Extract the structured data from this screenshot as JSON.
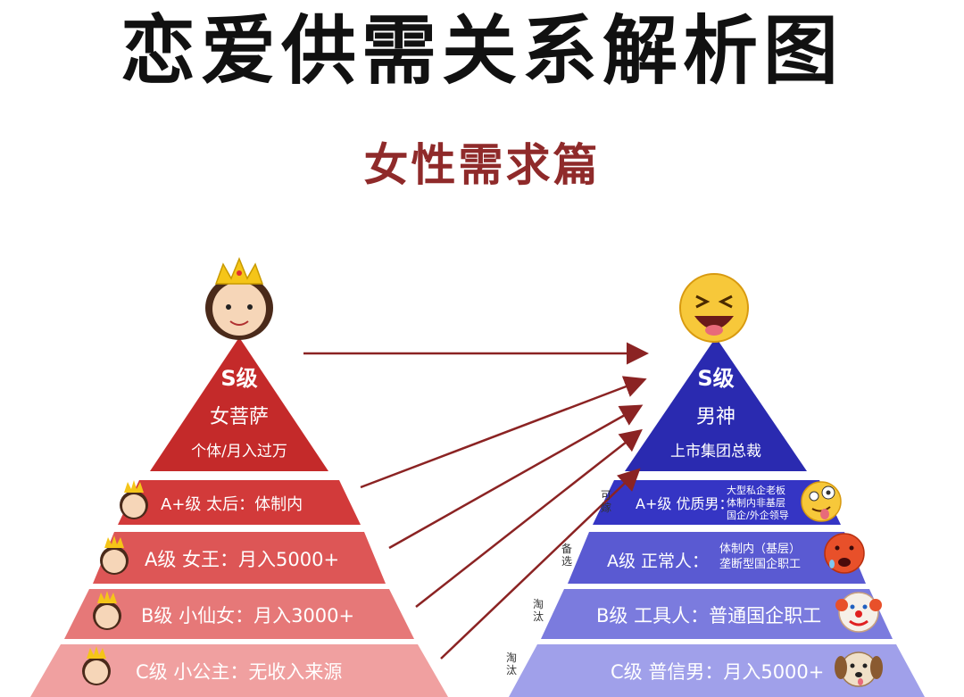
{
  "title": "恋爱供需关系解析图",
  "subtitle": "女性需求篇",
  "female": {
    "top": {
      "level": "S级",
      "name": "女菩萨",
      "desc": "个体/月入过万"
    },
    "layers": [
      {
        "label": "A+级  太后：体制内"
      },
      {
        "label": "A级  女王：月入5000+"
      },
      {
        "label": "B级  小仙女：月入3000+"
      },
      {
        "label": "C级  小公主：无收入来源"
      }
    ]
  },
  "male": {
    "top": {
      "level": "S级",
      "name": "男神",
      "desc": "上市集团总裁"
    },
    "layers": [
      {
        "label": "A+级 优质男：",
        "note": [
          "大型私企老板",
          "体制内非基层",
          "国企/外企领导"
        ],
        "tag": "可嫁"
      },
      {
        "label": "A级 正常人：",
        "note": [
          "体制内（基层）",
          "垄断型国企职工"
        ],
        "tag": "备选"
      },
      {
        "label": "B级 工具人：普通国企职工",
        "tag": "淘汰"
      },
      {
        "label": "C级 普信男：月入5000+",
        "tag": "淘汰"
      }
    ]
  },
  "colors": {
    "title": "#111111",
    "subtitle": "#8f2a2a",
    "arrow": "#8b2323",
    "female_top": "#c42a2a",
    "female_layers": [
      "#d23a3a",
      "#dd5656",
      "#e67878",
      "#f0a0a0"
    ],
    "male_top": "#2a2ab0",
    "male_layers": [
      "#3535c4",
      "#5a5ad2",
      "#7b7bde",
      "#a0a0ea"
    ]
  },
  "icons": [
    "queen-emoji",
    "crown-icon",
    "laughing-emoji",
    "goofy-emoji",
    "hot-face-emoji",
    "clown-emoji",
    "dog-emoji"
  ]
}
